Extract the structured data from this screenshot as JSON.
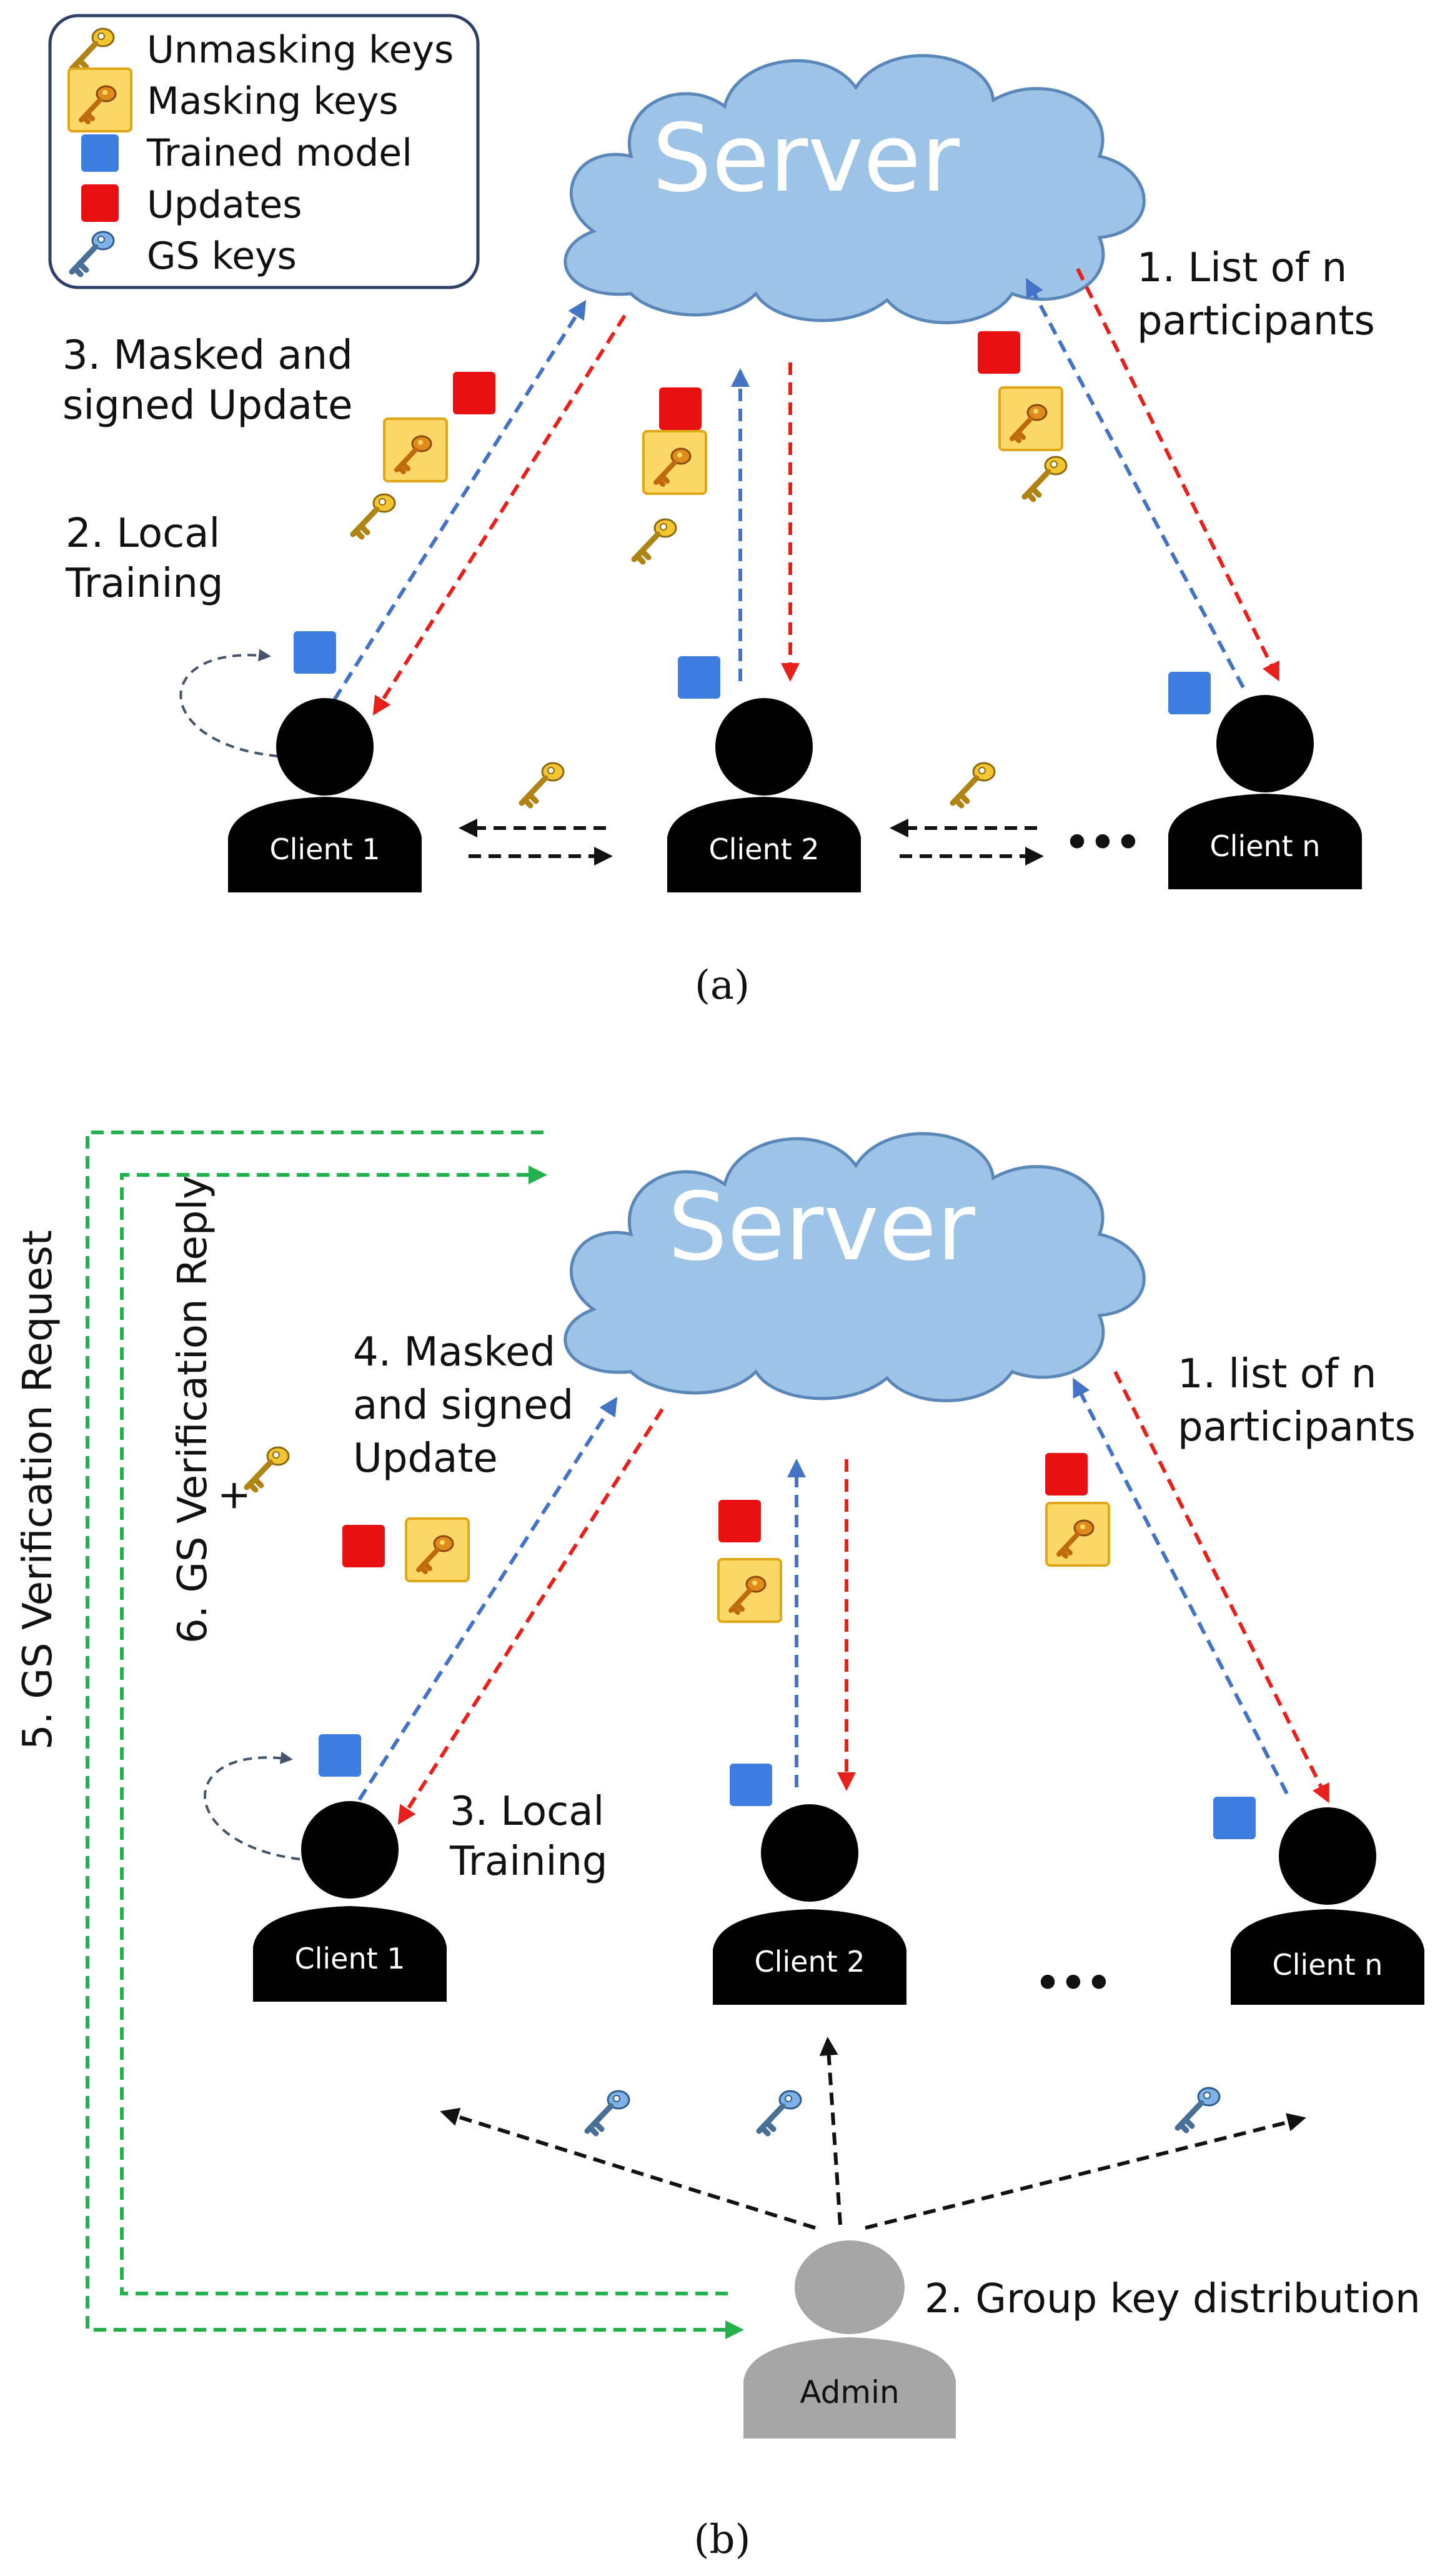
{
  "legend": {
    "unmasking": "Unmasking keys",
    "masking": "Masking keys",
    "model": "Trained model",
    "updates": "Updates",
    "gs": "GS keys"
  },
  "colors": {
    "cloud_fill": "#9dc3e6",
    "cloud_stroke": "#5b86b8",
    "model_blue": "#3d7ee0",
    "update_red": "#e81010",
    "arrow_blue": "#4472c4",
    "arrow_red": "#e8201c",
    "arrow_green": "#22b14c",
    "admin_gray": "#a6a6a6"
  },
  "diagram_a": {
    "server": "Server",
    "step1_line1": "1. List of n",
    "step1_line2": "participants",
    "step2_line1": "2. Local",
    "step2_line2": "Training",
    "step3_line1": "3. Masked and",
    "step3_line2": "signed Update",
    "client1": "Client 1",
    "client2": "Client 2",
    "clientn": "Client n",
    "ellipsis": "•••",
    "caption": "(a)"
  },
  "diagram_b": {
    "server": "Server",
    "step1_line1": "1. list of n",
    "step1_line2": "participants",
    "step2": "2. Group key distribution",
    "step3_line1": "3. Local",
    "step3_line2": "Training",
    "step4_line1": "4. Masked",
    "step4_line2": "and signed",
    "step4_line3": "Update",
    "step5": "5. GS Verification Request",
    "step6": "6. GS Verification Reply",
    "plus": "+",
    "client1": "Client 1",
    "client2": "Client 2",
    "clientn": "Client n",
    "admin": "Admin",
    "ellipsis": "•••",
    "caption": "(b)"
  }
}
